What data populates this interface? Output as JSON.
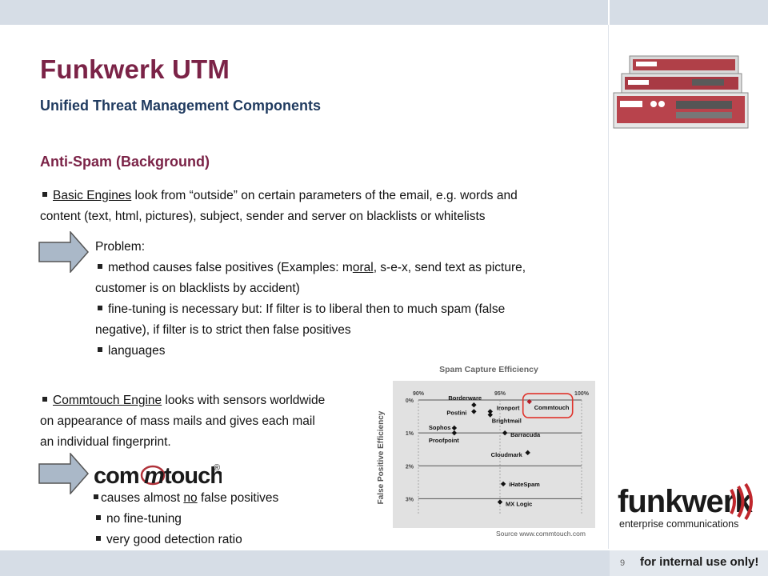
{
  "title": "Funkwerk UTM",
  "subtitle": "Unified Threat Management Components",
  "section": "Anti-Spam (Background)",
  "basic": {
    "label": "Basic Engines",
    "text1": " look from “outside” on certain parameters of the email, e.g. words and",
    "text2": "content (text, html, pictures), subject, sender and server on blacklists or whitelists"
  },
  "problem": {
    "heading": "Problem:",
    "b1_pre": "method causes false positives (Examples: m",
    "b1_u": "oral",
    "b1_post": ", s-e-x, send text as picture,",
    "b1_line2": "customer is on blacklists by accident)",
    "b2_line1": "fine-tuning is necessary but: If filter is to liberal then to much spam (false",
    "b2_line2": "negative), if filter is to strict then false positives",
    "b3": "languages"
  },
  "commtouch": {
    "label": "Commtouch Engine",
    "text1": " looks with sensors worldwide",
    "text2": "on appearance of mass mails and gives each mail",
    "text3": "an individual fingerprint.",
    "logo_left": "com",
    "logo_mid": "m",
    "logo_right": "touch",
    "logo_reg": "®",
    "b1_pre": "causes almost ",
    "b1_u": "no",
    "b1_post": " false positives",
    "b2": "no fine-tuning",
    "b3": "very good detection ratio"
  },
  "chart_data": {
    "type": "scatter",
    "title": "Spam Capture Efficiency",
    "ylabel": "False Positive Efficiency",
    "xlabel": "",
    "x_ticks": [
      "90%",
      "95%",
      "100%"
    ],
    "y_ticks": [
      "0%",
      "1%",
      "2%",
      "3%"
    ],
    "xlim": [
      90,
      100
    ],
    "ylim": [
      0,
      3.5
    ],
    "points": [
      {
        "label": "Commtouch",
        "x": 96.8,
        "y": 0.05,
        "highlight": true
      },
      {
        "label": "Borderware",
        "x": 93.4,
        "y": 0.15
      },
      {
        "label": "Postini",
        "x": 93.4,
        "y": 0.35
      },
      {
        "label": "Ironport",
        "x": 94.4,
        "y": 0.35
      },
      {
        "label": "Brightmail",
        "x": 94.4,
        "y": 0.45
      },
      {
        "label": "Sophos",
        "x": 92.2,
        "y": 0.85
      },
      {
        "label": "Proofpoint",
        "x": 92.2,
        "y": 1.0
      },
      {
        "label": "Barracuda",
        "x": 95.3,
        "y": 1.0
      },
      {
        "label": "Cloudmark",
        "x": 96.7,
        "y": 1.6
      },
      {
        "label": "iHateSpam",
        "x": 95.2,
        "y": 2.55
      },
      {
        "label": "MX Logic",
        "x": 95.0,
        "y": 3.1
      }
    ],
    "grid": true,
    "legend": "none"
  },
  "source": "Source www.commtouch.com",
  "logo": {
    "name": "funkwerk",
    "tagline": "enterprise communications"
  },
  "footer": {
    "page_number": "9",
    "note": "for internal use only!"
  },
  "colors": {
    "title": "#7b2347",
    "subtitle": "#1f3a5f",
    "bars": "#d6dde6",
    "highlight": "#e0332b",
    "arrow_fill": "#aab8c8"
  }
}
